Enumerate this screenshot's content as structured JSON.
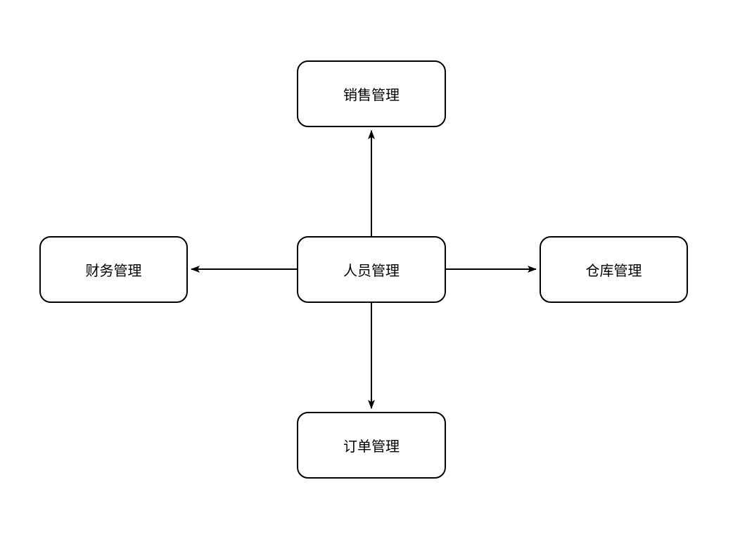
{
  "diagram": {
    "background_color": "#ffffff",
    "node_fill_color": "#ffffff",
    "node_border_color": "#000000",
    "arrow_color": "#000000",
    "nodes": {
      "center": {
        "label": "人员管理"
      },
      "top": {
        "label": "销售管理"
      },
      "left": {
        "label": "财务管理"
      },
      "right": {
        "label": "仓库管理"
      },
      "bottom": {
        "label": "订单管理"
      }
    },
    "edges": [
      {
        "from": "人员管理",
        "to": "销售管理",
        "direction": "up",
        "arrowhead": "filled-triangle"
      },
      {
        "from": "人员管理",
        "to": "财务管理",
        "direction": "left",
        "arrowhead": "filled-triangle"
      },
      {
        "from": "人员管理",
        "to": "仓库管理",
        "direction": "right",
        "arrowhead": "filled-triangle"
      },
      {
        "from": "人员管理",
        "to": "订单管理",
        "direction": "down",
        "arrowhead": "filled-triangle"
      }
    ]
  }
}
